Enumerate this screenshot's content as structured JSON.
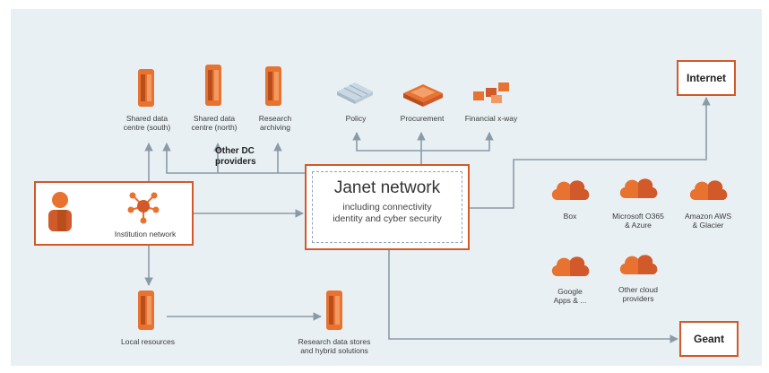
{
  "colors": {
    "accent": "#d1592a",
    "orange": "#e8722f",
    "line": "#8a9ba6",
    "panel": "#e9f0f4"
  },
  "data_centres": [
    {
      "label": "Shared data\ncentre (south)",
      "icon": "server-rack-icon"
    },
    {
      "label": "Shared data\ncentre (north)",
      "icon": "server-rack-icon"
    },
    {
      "label": "Research\narchiving",
      "icon": "server-rack-icon"
    }
  ],
  "other_dc": "Other DC\nproviders",
  "services": [
    {
      "label": "Policy",
      "icon": "policy-building-icon"
    },
    {
      "label": "Procurement",
      "icon": "procurement-briefcase-icon"
    },
    {
      "label": "Financial x-way",
      "icon": "financial-blocks-icon"
    }
  ],
  "internet": "Internet",
  "geant": "Geant",
  "institution_network": "Institution network",
  "janet": {
    "title": "Janet network",
    "subtitle": "including connectivity\nidentity and cyber security"
  },
  "clouds": [
    {
      "label": "Box",
      "icon": "cloud-icon"
    },
    {
      "label": "Microsoft O365\n& Azure",
      "icon": "cloud-icon"
    },
    {
      "label": "Amazon AWS\n& Glacier",
      "icon": "cloud-icon"
    },
    {
      "label": "Google\nApps & ...",
      "icon": "cloud-icon"
    },
    {
      "label": "Other cloud\nproviders",
      "icon": "cloud-icon"
    }
  ],
  "local_resources": "Local resources",
  "research_stores": "Research data stores\nand hybrid solutions"
}
